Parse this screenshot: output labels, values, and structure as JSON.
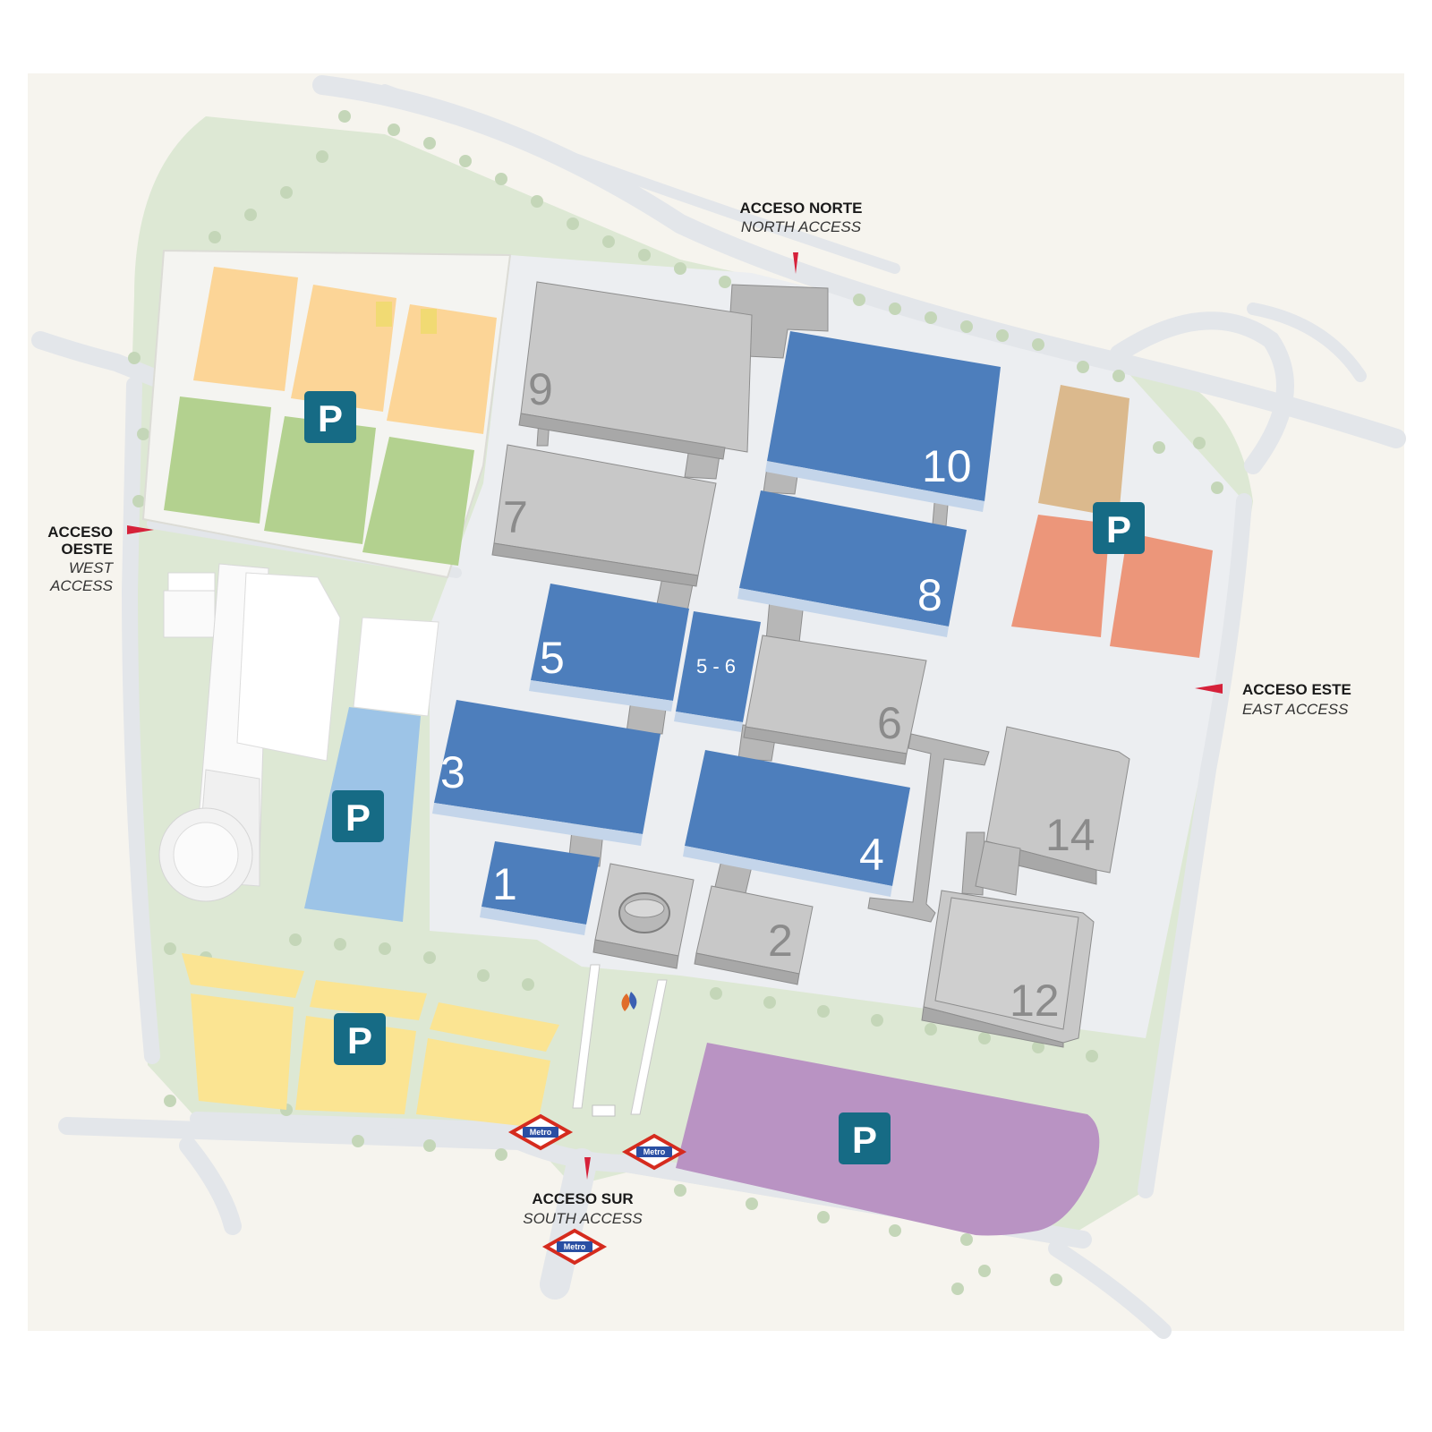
{
  "colors": {
    "background": "#f6f4ee",
    "road": "#e3e6ea",
    "grass": "#dde8d4",
    "tree": "#c4d6b8",
    "pavement": "#eceef1",
    "hall_blue": "#4d7ebc",
    "hall_gray": "#c8c8c8",
    "parking_badge": "#166b85",
    "access_flag": "#d6213a",
    "metro_red": "#d52b1e",
    "metro_blue": "#2a4fa3"
  },
  "access": {
    "north": {
      "title": "ACCESO NORTE",
      "subtitle": "NORTH ACCESS"
    },
    "west": {
      "title_line1": "ACCESO",
      "title_line2": "OESTE",
      "subtitle_line1": "WEST",
      "subtitle_line2": "ACCESS"
    },
    "east": {
      "title": "ACCESO ESTE",
      "subtitle": "EAST ACCESS"
    },
    "south": {
      "title": "ACCESO SUR",
      "subtitle": "SOUTH ACCESS"
    }
  },
  "halls": {
    "h1": {
      "label": "1",
      "type": "blue"
    },
    "h2": {
      "label": "2",
      "type": "gray"
    },
    "h3": {
      "label": "3",
      "type": "blue"
    },
    "h4": {
      "label": "4",
      "type": "blue"
    },
    "h5": {
      "label": "5",
      "type": "blue"
    },
    "h56": {
      "label": "5 - 6",
      "type": "blue"
    },
    "h6": {
      "label": "6",
      "type": "gray"
    },
    "h7": {
      "label": "7",
      "type": "gray"
    },
    "h8": {
      "label": "8",
      "type": "blue"
    },
    "h9": {
      "label": "9",
      "type": "gray"
    },
    "h10": {
      "label": "10",
      "type": "blue"
    },
    "h12": {
      "label": "12",
      "type": "gray"
    },
    "h14": {
      "label": "14",
      "type": "gray"
    }
  },
  "parking": {
    "label": "P",
    "zones": [
      {
        "id": "north-west",
        "colors": [
          "#fcd597",
          "#b3d18f"
        ]
      },
      {
        "id": "west-blue",
        "colors": [
          "#9dc4e7"
        ]
      },
      {
        "id": "south-west",
        "colors": [
          "#fbe492"
        ]
      },
      {
        "id": "south-east",
        "colors": [
          "#b993c3"
        ]
      },
      {
        "id": "east",
        "colors": [
          "#dbb98d",
          "#ec967a"
        ]
      }
    ]
  },
  "metro": {
    "label": "Metro",
    "count": 3
  }
}
